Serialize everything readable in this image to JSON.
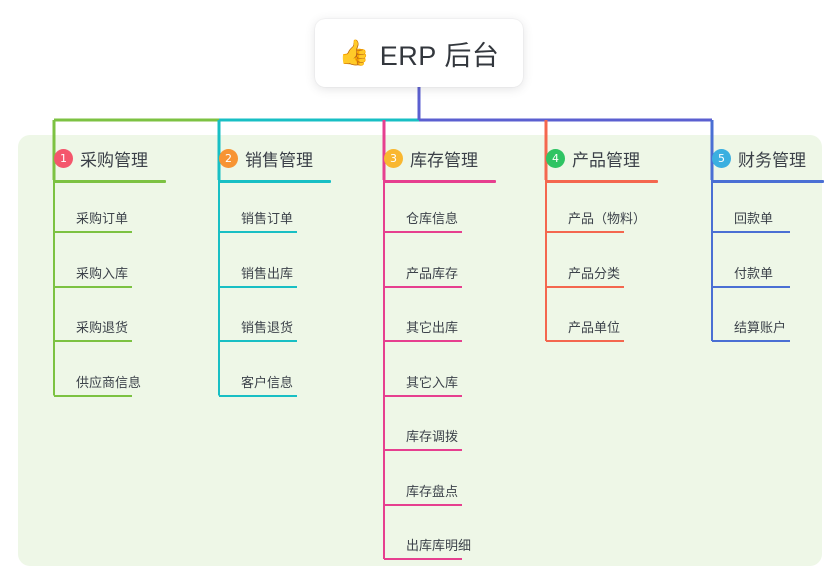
{
  "root": {
    "emoji": "👍",
    "emoji_name": "thumbs-up-icon",
    "title": "ERP 后台"
  },
  "theme": {
    "panel_bg": "#eef7e7",
    "page_bg": "#ffffff",
    "root_text": "#33373d",
    "trunk_line": "#5b5fd0"
  },
  "columns": [
    {
      "index": "1",
      "label": "采购管理",
      "badge_color": "#f4566c",
      "rule_color": "#7cc242",
      "line_color": "#7cc242",
      "items": [
        {
          "label": "采购订单"
        },
        {
          "label": "采购入库"
        },
        {
          "label": "采购退货"
        },
        {
          "label": "供应商信息"
        }
      ]
    },
    {
      "index": "2",
      "label": "销售管理",
      "badge_color": "#f79433",
      "rule_color": "#18bfc4",
      "line_color": "#18bfc4",
      "items": [
        {
          "label": "销售订单"
        },
        {
          "label": "销售出库"
        },
        {
          "label": "销售退货"
        },
        {
          "label": "客户信息"
        }
      ]
    },
    {
      "index": "3",
      "label": "库存管理",
      "badge_color": "#f9b730",
      "rule_color": "#e63f8f",
      "line_color": "#e63f8f",
      "items": [
        {
          "label": "仓库信息"
        },
        {
          "label": "产品库存"
        },
        {
          "label": "其它出库"
        },
        {
          "label": "其它入库"
        },
        {
          "label": "库存调拨"
        },
        {
          "label": "库存盘点"
        },
        {
          "label": "出库库明细"
        }
      ]
    },
    {
      "index": "4",
      "label": "产品管理",
      "badge_color": "#2ec463",
      "rule_color": "#f4674f",
      "line_color": "#f4674f",
      "items": [
        {
          "label": "产品（物料）"
        },
        {
          "label": "产品分类"
        },
        {
          "label": "产品单位"
        }
      ]
    },
    {
      "index": "5",
      "label": "财务管理",
      "badge_color": "#3bafe0",
      "rule_color": "#4a6fd4",
      "line_color": "#4a6fd4",
      "items": [
        {
          "label": "回款单"
        },
        {
          "label": "付款单"
        },
        {
          "label": "结算账户"
        }
      ]
    }
  ]
}
